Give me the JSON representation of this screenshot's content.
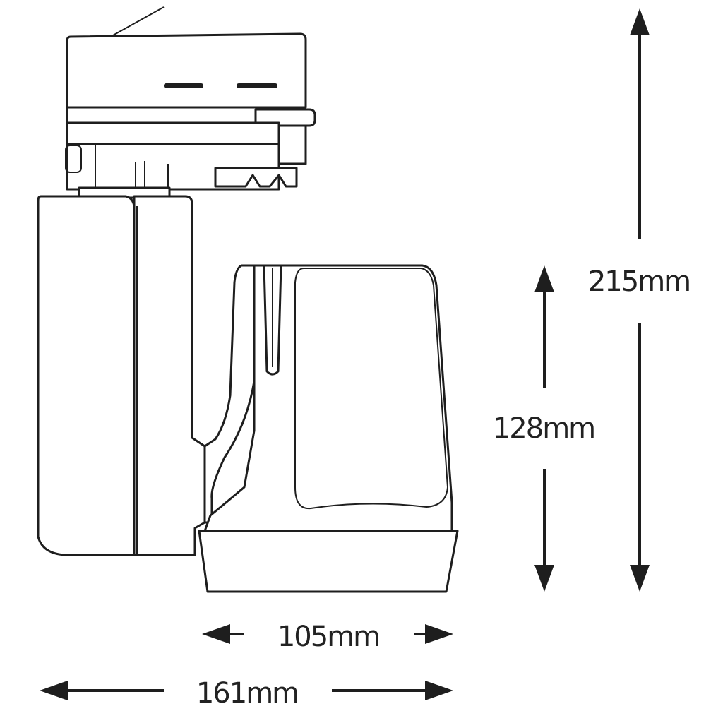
{
  "dimensions": {
    "total_height": "215mm",
    "head_height": "128mm",
    "head_width": "105mm",
    "total_width": "161mm"
  },
  "colors": {
    "line": "#1e1e1e",
    "text": "#222222",
    "background": "#ffffff"
  }
}
